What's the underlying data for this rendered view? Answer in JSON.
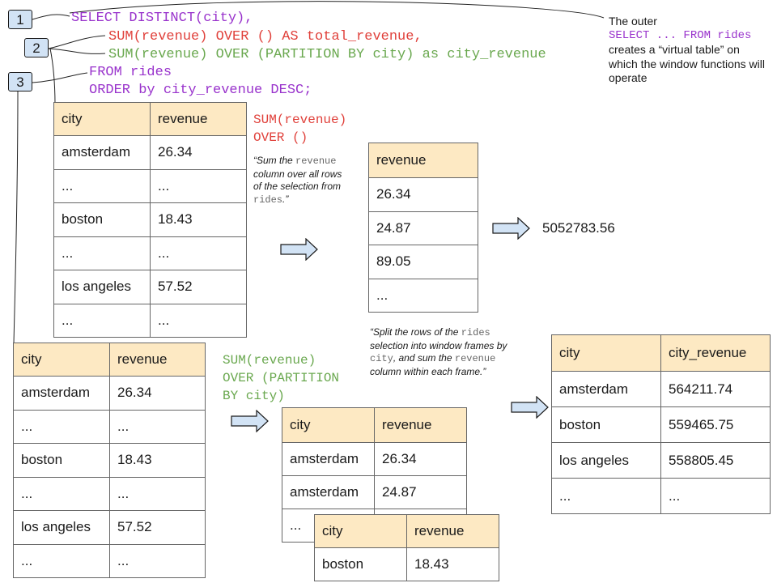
{
  "steps": [
    "1",
    "2",
    "3"
  ],
  "sql": {
    "line1": "SELECT DISTINCT(city),",
    "line2": "SUM(revenue) OVER () AS total_revenue,",
    "line3": "SUM(revenue) OVER (PARTITION BY city) as city_revenue",
    "line4": "FROM rides",
    "line5": "ORDER by city_revenue DESC;"
  },
  "callout": {
    "text1": "The outer",
    "code": "SELECT ... FROM rides",
    "text2": "creates a “virtual table” on which the window functions will operate"
  },
  "section_total": {
    "code_line1": "SUM(revenue)",
    "code_line2": "OVER ()",
    "note": {
      "p1": "“Sum the",
      "m1": "revenue",
      "p2": "column over all rows of the selection from",
      "m2": "rides",
      "p3": ".”"
    },
    "source_table": {
      "headers": [
        "city",
        "revenue"
      ],
      "rows": [
        [
          "amsterdam",
          "26.34"
        ],
        [
          "...",
          "..."
        ],
        [
          "boston",
          "18.43"
        ],
        [
          "...",
          "..."
        ],
        [
          "los angeles",
          "57.52"
        ],
        [
          "...",
          "..."
        ]
      ]
    },
    "revenue_table": {
      "header": "revenue",
      "rows": [
        "26.34",
        "24.87",
        "89.05",
        "..."
      ]
    },
    "result": "5052783.56"
  },
  "section_partition": {
    "code_line1": "SUM(revenue)",
    "code_line2": "OVER (PARTITION",
    "code_line3": "BY city)",
    "note": {
      "p1": "“Split the rows of the",
      "m1": "rides",
      "p2": "selection into window frames by",
      "m2": "city",
      "p3": ", and sum the",
      "m3": "revenue",
      "p4": "column within each frame.”"
    },
    "source_table": {
      "headers": [
        "city",
        "revenue"
      ],
      "rows": [
        [
          "amsterdam",
          "26.34"
        ],
        [
          "...",
          "..."
        ],
        [
          "boston",
          "18.43"
        ],
        [
          "...",
          "..."
        ],
        [
          "los angeles",
          "57.52"
        ],
        [
          "...",
          "..."
        ]
      ]
    },
    "frame_amsterdam": {
      "headers": [
        "city",
        "revenue"
      ],
      "rows": [
        [
          "amsterdam",
          "26.34"
        ],
        [
          "amsterdam",
          "24.87"
        ],
        [
          "...",
          "..."
        ]
      ]
    },
    "frame_boston": {
      "headers": [
        "city",
        "revenue"
      ],
      "rows": [
        [
          "boston",
          "18.43"
        ]
      ]
    },
    "result_table": {
      "headers": [
        "city",
        "city_revenue"
      ],
      "rows": [
        [
          "amsterdam",
          "564211.74"
        ],
        [
          "boston",
          "559465.75"
        ],
        [
          "los angeles",
          "558805.45"
        ],
        [
          "...",
          "..."
        ]
      ]
    }
  }
}
